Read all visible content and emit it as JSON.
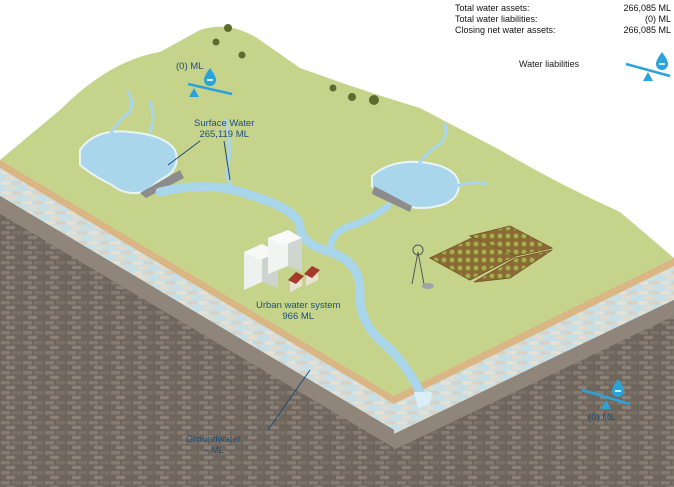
{
  "summary": {
    "rows": [
      {
        "label": "Total water assets:",
        "value": "266,085 ML"
      },
      {
        "label": "Total water liabilities:",
        "value": "(0) ML"
      },
      {
        "label": "Closing net water assets:",
        "value": "266,085 ML"
      }
    ]
  },
  "legend": {
    "liabilities_label": "Water liabilities"
  },
  "labels": {
    "top_left_value": "(0) ML",
    "surface_water_title": "Surface Water",
    "surface_water_value": "265,119 ML",
    "urban_title": "Urban water system",
    "urban_value": "966 ML",
    "groundwater_title": "Groundwater",
    "groundwater_value": "– ML",
    "bottom_right_value": "(0) ML"
  },
  "colors": {
    "grass": "#c6d38b",
    "water": "#a9d6ea",
    "soil_top": "#d9b683",
    "rock_blue": "#b7d4df",
    "rock_dark": "#5f564e",
    "label_blue": "#1e4f79",
    "accent_cyan": "#2aa3d8"
  },
  "icons": [
    "seesaw-icon",
    "water-drop-icon",
    "minus-icon",
    "triangle-pivot-icon"
  ]
}
